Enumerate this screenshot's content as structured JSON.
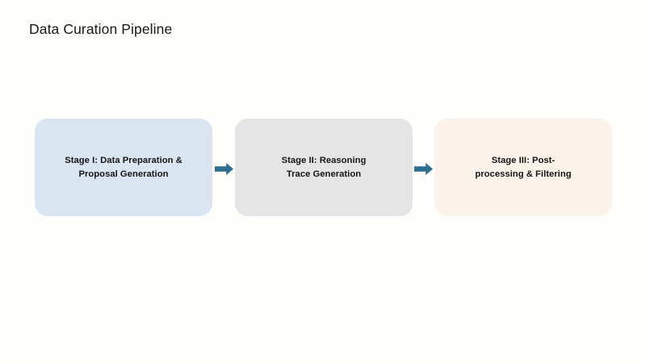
{
  "page": {
    "title": "Data Curation Pipeline",
    "background_color": "#fdfdfc",
    "text_color": "#19191a"
  },
  "diagram": {
    "type": "flowchart",
    "orientation": "left-to-right",
    "stages": [
      {
        "id": "stage-1",
        "label": "Stage I: Data Preparation &\nProposal Generation",
        "fill_color": "#d9e6f2"
      },
      {
        "id": "stage-2",
        "label": "Stage II: Reasoning\nTrace Generation",
        "fill_color": "#e5e5e5"
      },
      {
        "id": "stage-3",
        "label": "Stage III: Post-\nprocessing & Filtering",
        "fill_color": "#fbf3ea"
      }
    ],
    "connectors": [
      {
        "id": "arrow-1",
        "icon": "arrow-right-icon",
        "color": "#2e6e8e",
        "from": "stage-1",
        "to": "stage-2"
      },
      {
        "id": "arrow-2",
        "icon": "arrow-right-icon",
        "color": "#2e6e8e",
        "from": "stage-2",
        "to": "stage-3"
      }
    ]
  }
}
